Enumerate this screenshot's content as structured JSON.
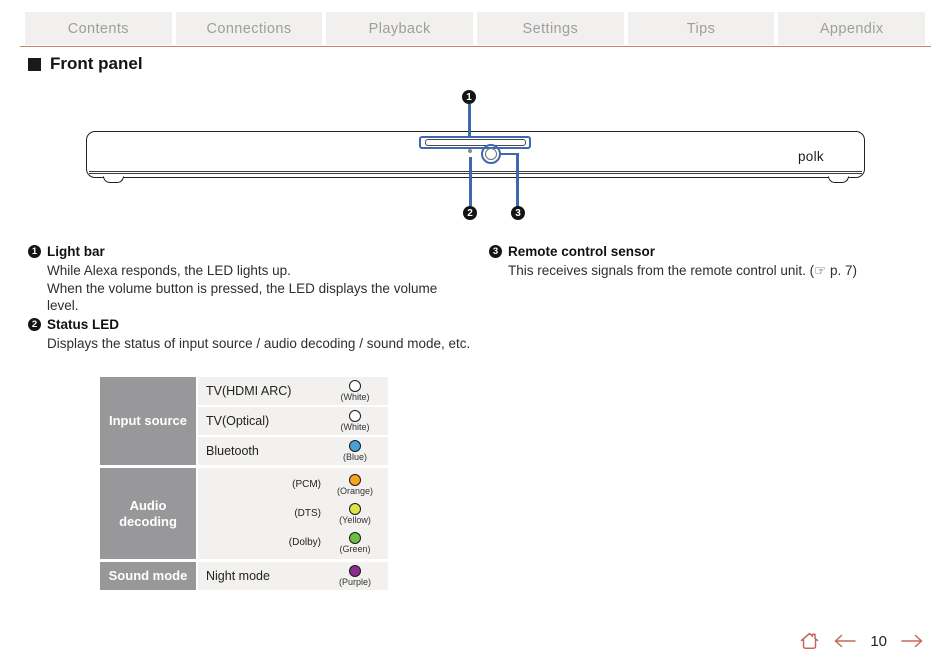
{
  "tabs": [
    {
      "label": "Contents"
    },
    {
      "label": "Connections"
    },
    {
      "label": "Playback"
    },
    {
      "label": "Settings"
    },
    {
      "label": "Tips"
    },
    {
      "label": "Appendix"
    }
  ],
  "heading": "Front panel",
  "device": {
    "brand": "polk"
  },
  "items": [
    {
      "num": "1",
      "title": "Light bar",
      "line1": "While Alexa responds, the LED lights up.",
      "line2": "When the volume button is pressed, the LED displays the volume level."
    },
    {
      "num": "2",
      "title": "Status LED",
      "line1": "Displays the status of input source / audio decoding / sound mode, etc."
    },
    {
      "num": "3",
      "title": "Remote control sensor",
      "line1": "This receives signals from the remote control unit.  (☞ p. 7)"
    }
  ],
  "table": {
    "groups": [
      {
        "header": "Input source",
        "rows": [
          {
            "label": "TV(HDMI ARC)",
            "prefix": "",
            "color_name": "(White)",
            "color": "#ffffff"
          },
          {
            "label": "TV(Optical)",
            "prefix": "",
            "color_name": "(White)",
            "color": "#ffffff"
          },
          {
            "label": "Bluetooth",
            "prefix": "",
            "color_name": "(Blue)",
            "color": "#4aa0d8"
          }
        ]
      },
      {
        "header": "Audio decoding",
        "rows": [
          {
            "label": "",
            "prefix": "(PCM)",
            "color_name": "(Orange)",
            "color": "#f6a31d"
          },
          {
            "label": "",
            "prefix": "(DTS)",
            "color_name": "(Yellow)",
            "color": "#dfe24b"
          },
          {
            "label": "",
            "prefix": "(Dolby)",
            "color_name": "(Green)",
            "color": "#6dbf44"
          }
        ]
      },
      {
        "header": "Sound mode",
        "rows": [
          {
            "label": "Night mode",
            "prefix": "",
            "color_name": "(Purple)",
            "color": "#8c2d8c"
          }
        ]
      }
    ]
  },
  "footer": {
    "page": "10"
  },
  "colors": {
    "callout_blue": "#4068ae",
    "nav_accent": "#c4685e",
    "tab_bg": "#f1f0ef",
    "tab_text": "#9e9e9e",
    "table_header_bg": "#98989a",
    "table_cell_bg": "#f2f1ef"
  }
}
